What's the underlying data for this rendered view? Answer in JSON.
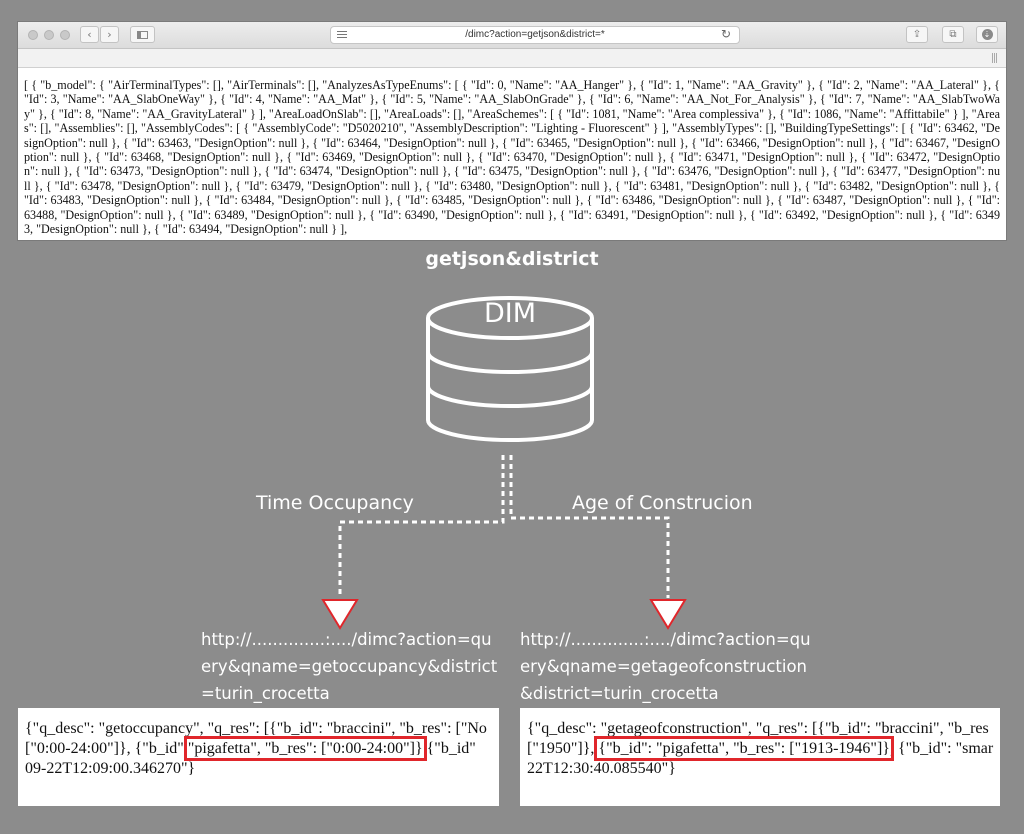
{
  "browser": {
    "url": "/dimc?action=getjson&district=*",
    "nav_back": "‹",
    "nav_forward": "›",
    "reload": "↻",
    "share": "⇪",
    "tabs": "⧉",
    "download": "⇣",
    "json_text": "[ { \"b_model\": { \"AirTerminalTypes\": [], \"AirTerminals\": [], \"AnalyzesAsTypeEnums\": [ { \"Id\": 0, \"Name\": \"AA_Hanger\" }, { \"Id\": 1, \"Name\": \"AA_Gravity\" }, { \"Id\": 2, \"Name\": \"AA_Lateral\" }, { \"Id\": 3, \"Name\": \"AA_SlabOneWay\" }, { \"Id\": 4, \"Name\": \"AA_Mat\" }, { \"Id\": 5, \"Name\": \"AA_SlabOnGrade\" }, { \"Id\": 6, \"Name\": \"AA_Not_For_Analysis\" }, { \"Id\": 7, \"Name\": \"AA_SlabTwoWay\" }, { \"Id\": 8, \"Name\": \"AA_GravityLateral\" } ], \"AreaLoadOnSlab\": [], \"AreaLoads\": [], \"AreaSchemes\": [ { \"Id\": 1081, \"Name\": \"Area complessiva\" }, { \"Id\": 1086, \"Name\": \"Affittabile\" } ], \"Areas\": [], \"Assemblies\": [], \"AssemblyCodes\": [ { \"AssemblyCode\": \"D5020210\", \"AssemblyDescription\": \"Lighting - Fluorescent\" } ], \"AssemblyTypes\": [], \"BuildingTypeSettings\": [ { \"Id\": 63462, \"DesignOption\": null }, { \"Id\": 63463, \"DesignOption\": null }, { \"Id\": 63464, \"DesignOption\": null }, { \"Id\": 63465, \"DesignOption\": null }, { \"Id\": 63466, \"DesignOption\": null }, { \"Id\": 63467, \"DesignOption\": null }, { \"Id\": 63468, \"DesignOption\": null }, { \"Id\": 63469, \"DesignOption\": null }, { \"Id\": 63470, \"DesignOption\": null }, { \"Id\": 63471, \"DesignOption\": null }, { \"Id\": 63472, \"DesignOption\": null }, { \"Id\": 63473, \"DesignOption\": null }, { \"Id\": 63474, \"DesignOption\": null }, { \"Id\": 63475, \"DesignOption\": null }, { \"Id\": 63476, \"DesignOption\": null }, { \"Id\": 63477, \"DesignOption\": null }, { \"Id\": 63478, \"DesignOption\": null }, { \"Id\": 63479, \"DesignOption\": null }, { \"Id\": 63480, \"DesignOption\": null }, { \"Id\": 63481, \"DesignOption\": null }, { \"Id\": 63482, \"DesignOption\": null }, { \"Id\": 63483, \"DesignOption\": null }, { \"Id\": 63484, \"DesignOption\": null }, { \"Id\": 63485, \"DesignOption\": null }, { \"Id\": 63486, \"DesignOption\": null }, { \"Id\": 63487, \"DesignOption\": null }, { \"Id\": 63488, \"DesignOption\": null }, { \"Id\": 63489, \"DesignOption\": null }, { \"Id\": 63490, \"DesignOption\": null }, { \"Id\": 63491, \"DesignOption\": null }, { \"Id\": 63492, \"DesignOption\": null }, { \"Id\": 63493, \"DesignOption\": null }, { \"Id\": 63494, \"DesignOption\": null } ],"
  },
  "diagram": {
    "title": "getjson&district",
    "database_label": "DIM",
    "branch_left": "Time Occupancy",
    "branch_right": "Age of Construcion",
    "url_left": [
      "http://..............:..../dimc?action=qu",
      "ery&qname=getoccupancy&district",
      "=turin_crocetta"
    ],
    "url_right": [
      "http://..............:..../dimc?action=qu",
      "ery&qname=getageofconstruction",
      "&district=turin_crocetta"
    ],
    "colors": {
      "background": "#8c8c8c",
      "highlight": "#e0262b",
      "arrow_fill": "#ffffff",
      "line": "#ffffff"
    }
  },
  "results": {
    "left": {
      "line1": "{\"q_desc\": \"getoccupancy\", \"q_res\": [{\"b_id\": \"braccini\", \"b_res\": [\"No",
      "line2_pre": "[\"0:00-24:00\"]}, {\"b_id\"",
      "line2_hl": "\"pigafetta\", \"b_res\": [\"0:00-24:00\"]}",
      "line2_post": " {\"b_id\"",
      "line3": "09-22T12:09:00.346270\"}"
    },
    "right": {
      "line1": "{\"q_desc\": \"getageofconstruction\", \"q_res\": [{\"b_id\": \"braccini\", \"b_res",
      "line2_pre": "[\"1950\"]}, ",
      "line2_hl": "{\"b_id\": \"pigafetta\", \"b_res\": [\"1913-1946\"]}",
      "line2_post": ", {\"b_id\": \"smar",
      "line3": "22T12:30:40.085540\"}"
    }
  }
}
